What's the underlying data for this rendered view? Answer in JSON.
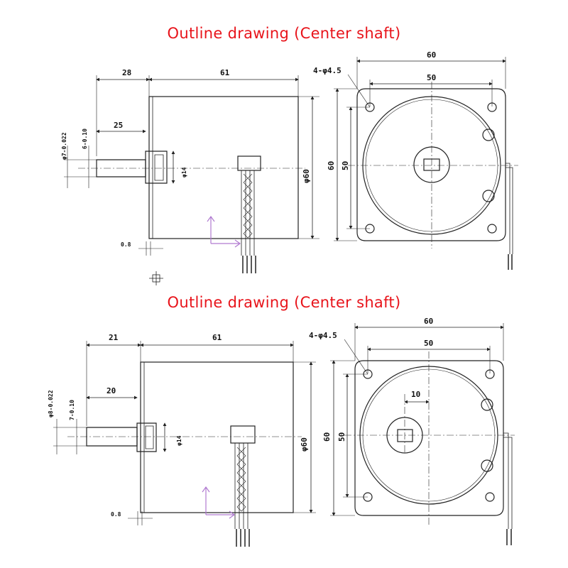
{
  "titles": [
    "Outline drawing (Center shaft)",
    "Outline drawing (Center shaft)"
  ],
  "colors": {
    "title": "#e8141b",
    "line": "#222222",
    "axis": "#b07ad0"
  },
  "drawing1": {
    "shaft_ext": "28",
    "body_len": "61",
    "shaft_len": "25",
    "shaft_dia": "φ7-0.022",
    "flat": "6-0.10",
    "boss": "φ14",
    "body_dia": "φ60",
    "flange_gap": "0.8",
    "mount_holes": "4-φ4.5",
    "flange_w": "60",
    "bolt_span_w": "50",
    "flange_h": "60",
    "bolt_span_h": "50"
  },
  "drawing2": {
    "shaft_ext": "21",
    "body_len": "61",
    "shaft_len": "20",
    "shaft_dia": "φ8-0.022",
    "flat": "7-0.10",
    "boss": "φ14",
    "body_dia": "φ60",
    "flange_gap": "0.8",
    "mount_holes": "4-φ4.5",
    "flange_w": "60",
    "bolt_span_w": "50",
    "flange_h": "60",
    "bolt_span_h": "50",
    "offset": "10"
  }
}
